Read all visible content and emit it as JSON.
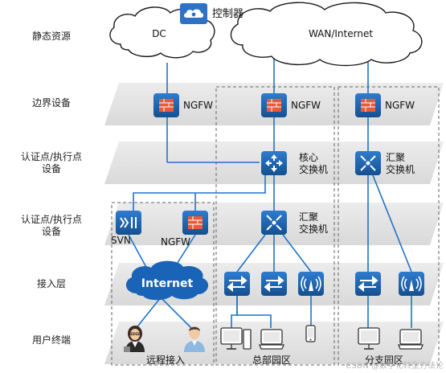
{
  "rows": [
    {
      "id": "static",
      "label": "静态资源"
    },
    {
      "id": "border",
      "label": "边界设备"
    },
    {
      "id": "auth1",
      "label": "认证点/执行点\n设备"
    },
    {
      "id": "auth2",
      "label": "认证点/执行点\n设备"
    },
    {
      "id": "access",
      "label": "接入层"
    },
    {
      "id": "terminal",
      "label": "用户终端"
    }
  ],
  "clouds": {
    "dc": "DC",
    "wan": "WAN/Internet",
    "internet": "Internet"
  },
  "controller": {
    "label": "控制器",
    "icon": "gear-cloud-icon"
  },
  "devices": {
    "ngfw_dc": "NGFW",
    "ngfw_hq": "NGFW",
    "ngfw_branch": "NGFW",
    "ngfw_remote": "NGFW",
    "svn": "SVN",
    "core_switch": "核心\n交换机",
    "agg_hq": "汇聚\n交换机",
    "agg_branch": "汇聚\n交换机"
  },
  "zones": {
    "remote": "远程接入",
    "hq": "总部园区",
    "branch": "分支园区"
  },
  "watermark": "CSDN @数字化转型方法论",
  "colors": {
    "device_blue": "#1d5fa8",
    "line_blue": "#1f73c8",
    "layer_gray": "#e3e3e3",
    "dash": "#666666"
  }
}
